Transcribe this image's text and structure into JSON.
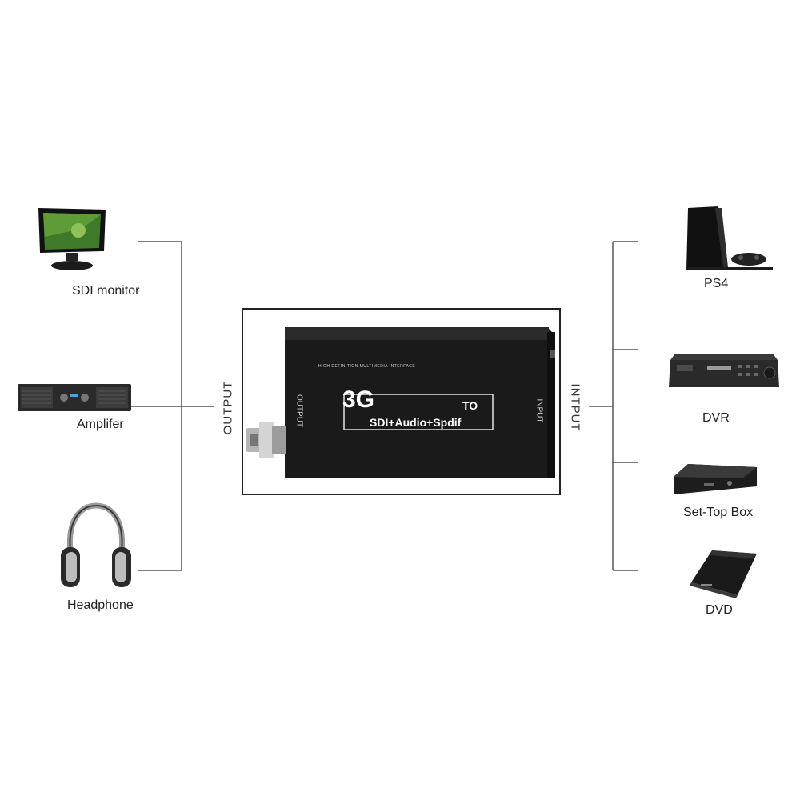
{
  "outputs": {
    "side_label": "OUTPUT",
    "items": [
      {
        "label": "SDI monitor",
        "icon": "sdi-monitor-icon"
      },
      {
        "label": "Amplifer",
        "icon": "amplifier-icon"
      },
      {
        "label": "Headphone",
        "icon": "headphone-icon"
      }
    ]
  },
  "inputs": {
    "side_label": "INTPUT",
    "items": [
      {
        "label": "PS4",
        "icon": "ps4-console-icon"
      },
      {
        "label": "DVR",
        "icon": "dvr-icon"
      },
      {
        "label": "Set-Top Box",
        "icon": "set-top-box-icon"
      },
      {
        "label": "DVD",
        "icon": "dvd-drive-icon"
      }
    ]
  },
  "converter": {
    "header_text": "HIGH DEFINITION MULTIMEDIA INTERFACE",
    "badge": "3G",
    "to_text": "TO",
    "product_text": "SDI+Audio+Spdif",
    "left_port_label": "OUTPUT",
    "right_port_label": "INPUT",
    "body_color": "#1a1a1a"
  },
  "colors": {
    "line": "#555555",
    "text": "#222222"
  }
}
